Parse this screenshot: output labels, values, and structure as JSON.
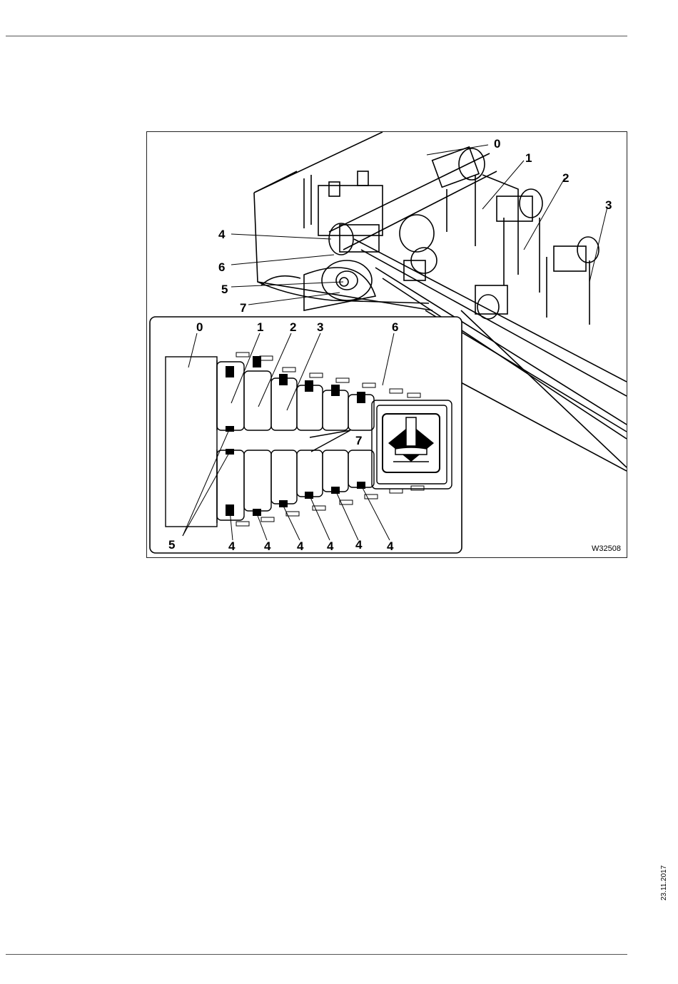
{
  "figure": {
    "id": "W32508",
    "photo_callouts": [
      "0",
      "1",
      "2",
      "3",
      "4",
      "6",
      "5",
      "7"
    ],
    "inset_callouts": {
      "top": [
        "0",
        "1",
        "2",
        "3",
        "6"
      ],
      "arrow": "7",
      "left": "5",
      "bottom": [
        "4",
        "4",
        "4",
        "4",
        "4",
        "4"
      ]
    }
  },
  "footer": {
    "date": "23.11.2017"
  }
}
